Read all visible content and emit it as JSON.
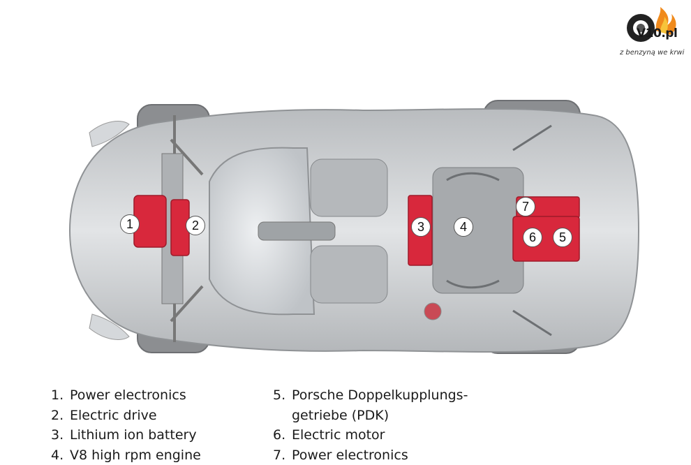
{
  "logo": {
    "brand": "V10.pl",
    "tagline": "z benzyną we krwi"
  },
  "markers": [
    "1",
    "2",
    "3",
    "4",
    "5",
    "6",
    "7"
  ],
  "legend": {
    "left": [
      {
        "num": "1.",
        "label": "Power electronics"
      },
      {
        "num": "2.",
        "label": "Electric drive"
      },
      {
        "num": "3.",
        "label": "Lithium ion battery"
      },
      {
        "num": "4.",
        "label": "V8 high rpm engine"
      }
    ],
    "right": [
      {
        "num": "5.",
        "label": "Porsche Doppelkupplungs-"
      },
      {
        "cont": "getriebe (PDK)"
      },
      {
        "num": "6.",
        "label": "Electric motor"
      },
      {
        "num": "7.",
        "label": "Power electronics"
      }
    ]
  },
  "colors": {
    "component_red": "#d8283c",
    "body_silver": "#cfd2d5",
    "tire": "#8a8c8f"
  }
}
